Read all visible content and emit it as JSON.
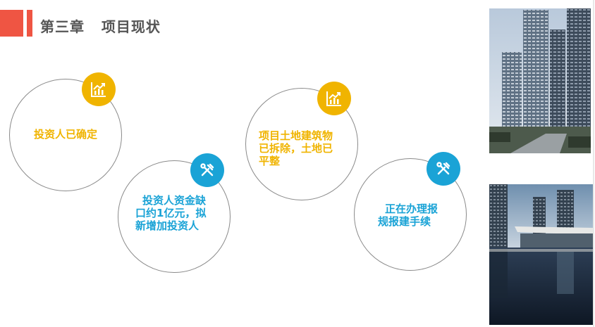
{
  "header": {
    "title": "第三章   项目现状"
  },
  "colors": {
    "accent_red": "#ef5543",
    "gold": "#f0b400",
    "blue": "#1aa3d6"
  },
  "items": [
    {
      "text_lines": [
        "投资人已确定"
      ],
      "icon": "chart-up-icon"
    },
    {
      "text_lines": [
        "投资人资金缺",
        "口约1亿元，拟",
        "新增加投资人"
      ],
      "icon": "tools-icon"
    },
    {
      "text_lines": [
        "项目土地建筑物",
        "已拆除，土地已",
        "平整"
      ],
      "icon": "chart-up-icon"
    },
    {
      "text_lines": [
        "正在办理报",
        "规报建手续"
      ],
      "icon": "tools-icon"
    }
  ]
}
